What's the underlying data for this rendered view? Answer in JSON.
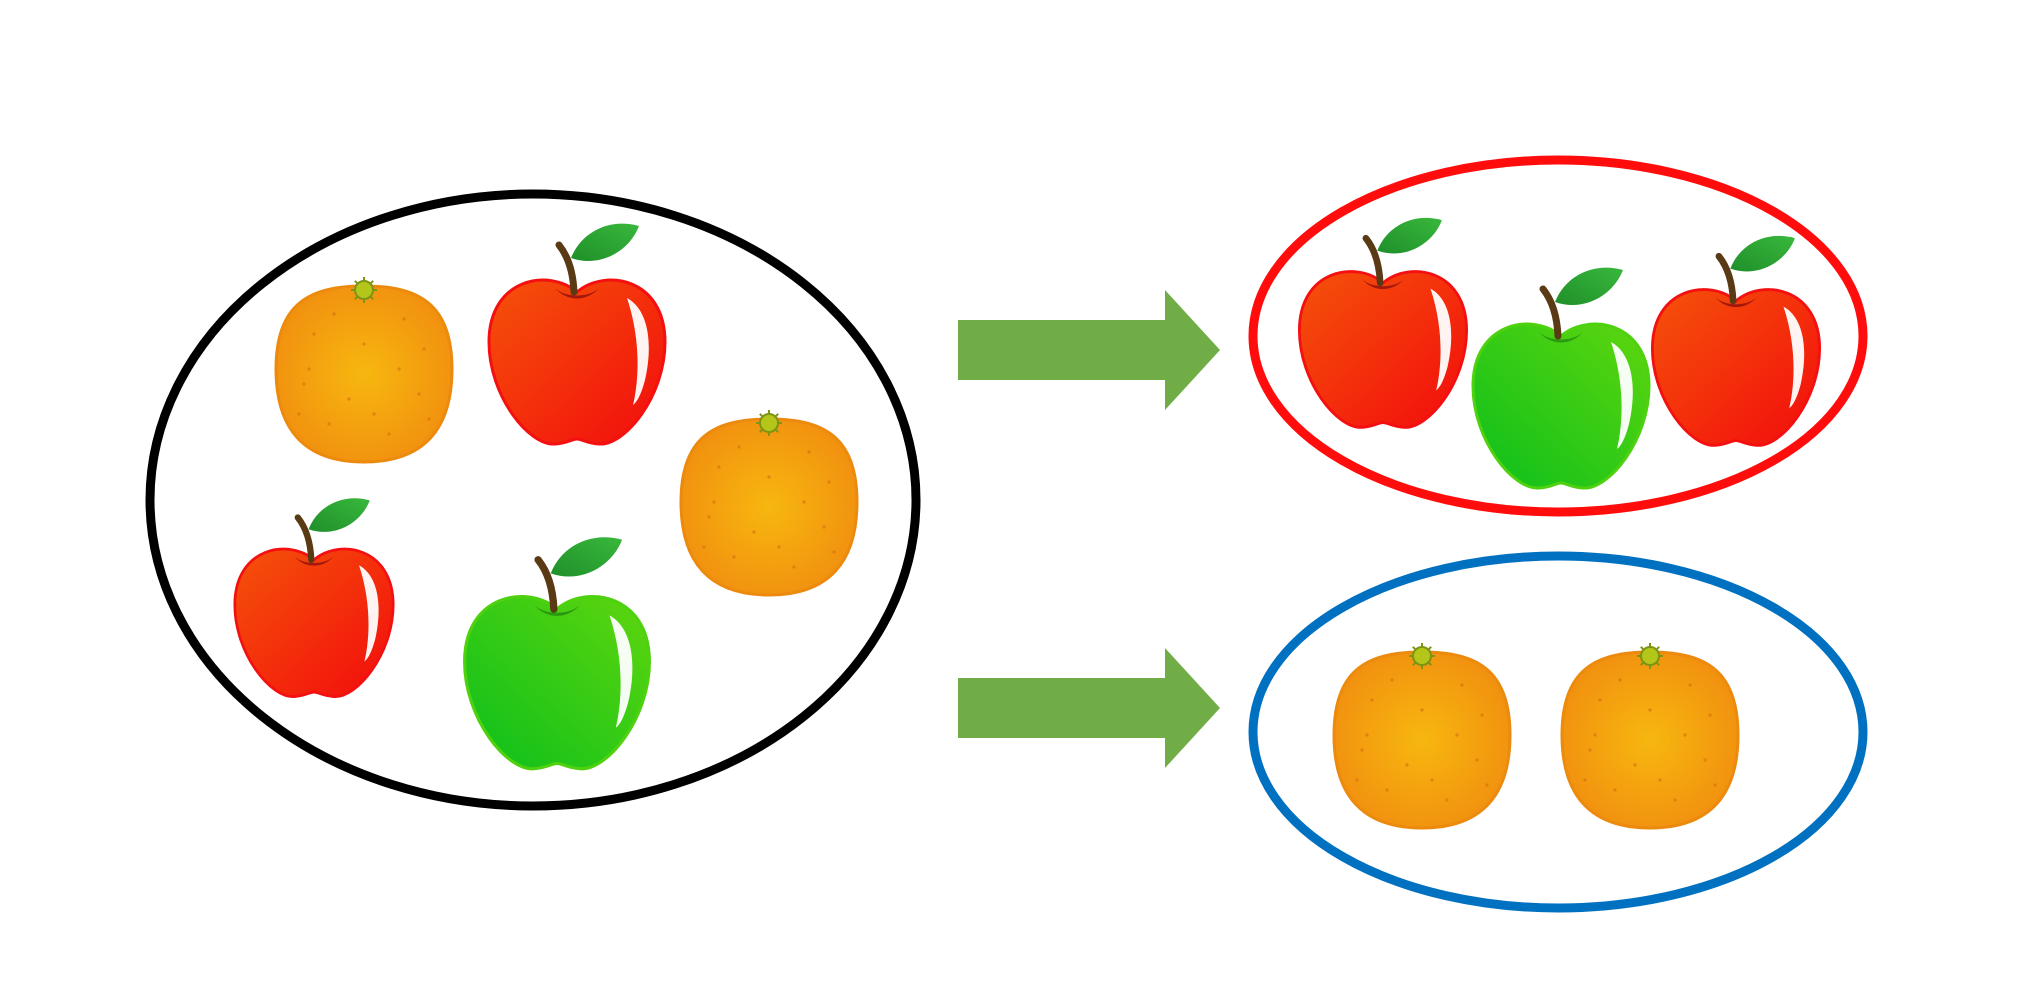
{
  "colors": {
    "background": "#ffffff",
    "source_group_outline": "#000000",
    "apple_group_outline": "#ff0d0d",
    "orange_group_outline": "#0070c0",
    "arrow": "#70ad47",
    "red_apple": "#f01a0a",
    "green_apple": "#22cc10",
    "orange": "#f39c12",
    "leaf": "#27a530",
    "stem": "#5a3a14"
  },
  "groups": [
    {
      "name": "mixed-fruit-group",
      "outline_color": "source_group_outline",
      "items": [
        "orange",
        "red-apple",
        "orange",
        "red-apple",
        "green-apple"
      ]
    },
    {
      "name": "apple-group",
      "outline_color": "apple_group_outline",
      "items": [
        "red-apple",
        "green-apple",
        "red-apple"
      ]
    },
    {
      "name": "orange-group",
      "outline_color": "orange_group_outline",
      "items": [
        "orange",
        "orange"
      ]
    }
  ],
  "arrows": [
    {
      "name": "arrow-to-apple-group",
      "direction": "right"
    },
    {
      "name": "arrow-to-orange-group",
      "direction": "right"
    }
  ]
}
